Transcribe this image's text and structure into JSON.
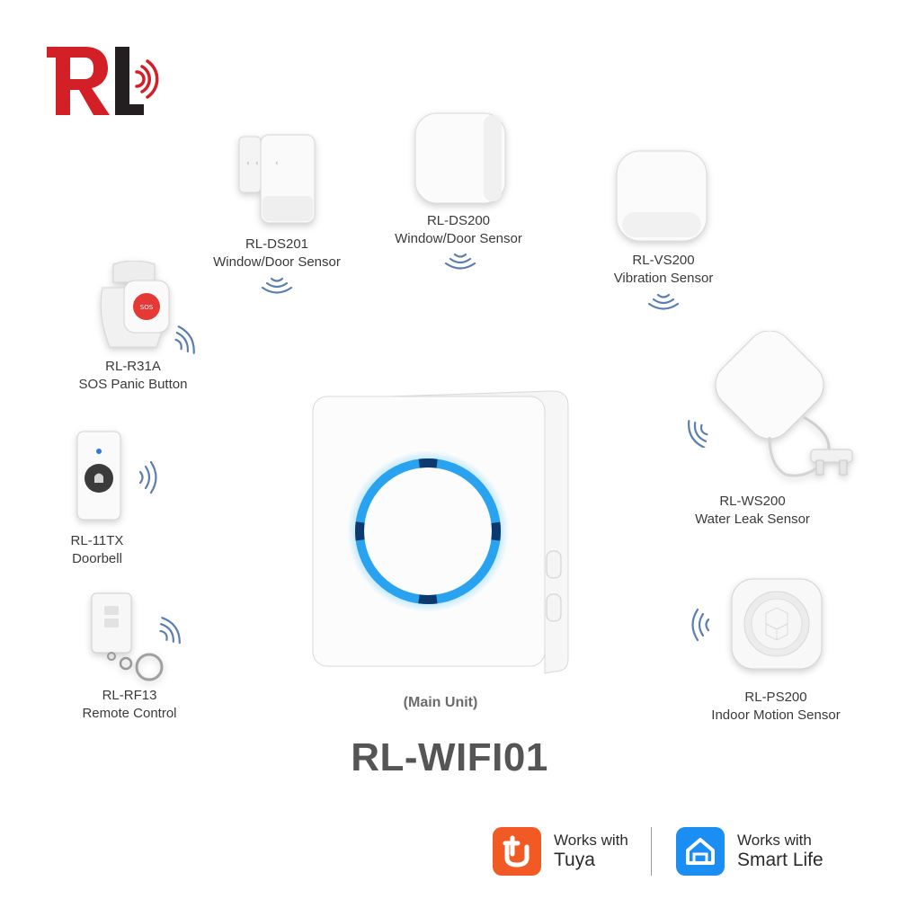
{
  "brand": {
    "logo_text": "RL",
    "accent": "#d32027",
    "dark": "#231f20"
  },
  "devices": [
    {
      "model": "RL-DS201",
      "name": "Window/Door Sensor"
    },
    {
      "model": "RL-DS200",
      "name": "Window/Door Sensor"
    },
    {
      "model": "RL-VS200",
      "name": "Vibration Sensor"
    },
    {
      "model": "RL-R31A",
      "name": "SOS Panic Button",
      "button_text": "SOS"
    },
    {
      "model": "RL-11TX",
      "name": "Doorbell"
    },
    {
      "model": "RL-RF13",
      "name": "Remote Control"
    },
    {
      "model": "RL-WS200",
      "name": "Water Leak Sensor"
    },
    {
      "model": "RL-PS200",
      "name": "Indoor Motion Sensor"
    }
  ],
  "main_unit": {
    "caption": "(Main Unit)",
    "ring_color": "#1e88e5"
  },
  "title": "RL-WIFI01",
  "badges": [
    {
      "line1": "Works with",
      "line2": "Tuya",
      "icon": "tuya-icon",
      "color": "#f15a24"
    },
    {
      "line1": "Works with",
      "line2": "Smart Life",
      "icon": "smart-life-icon",
      "color": "#1a8ef2"
    }
  ],
  "colors": {
    "wave": "#5b7fae",
    "text": "#3a3a3a"
  }
}
